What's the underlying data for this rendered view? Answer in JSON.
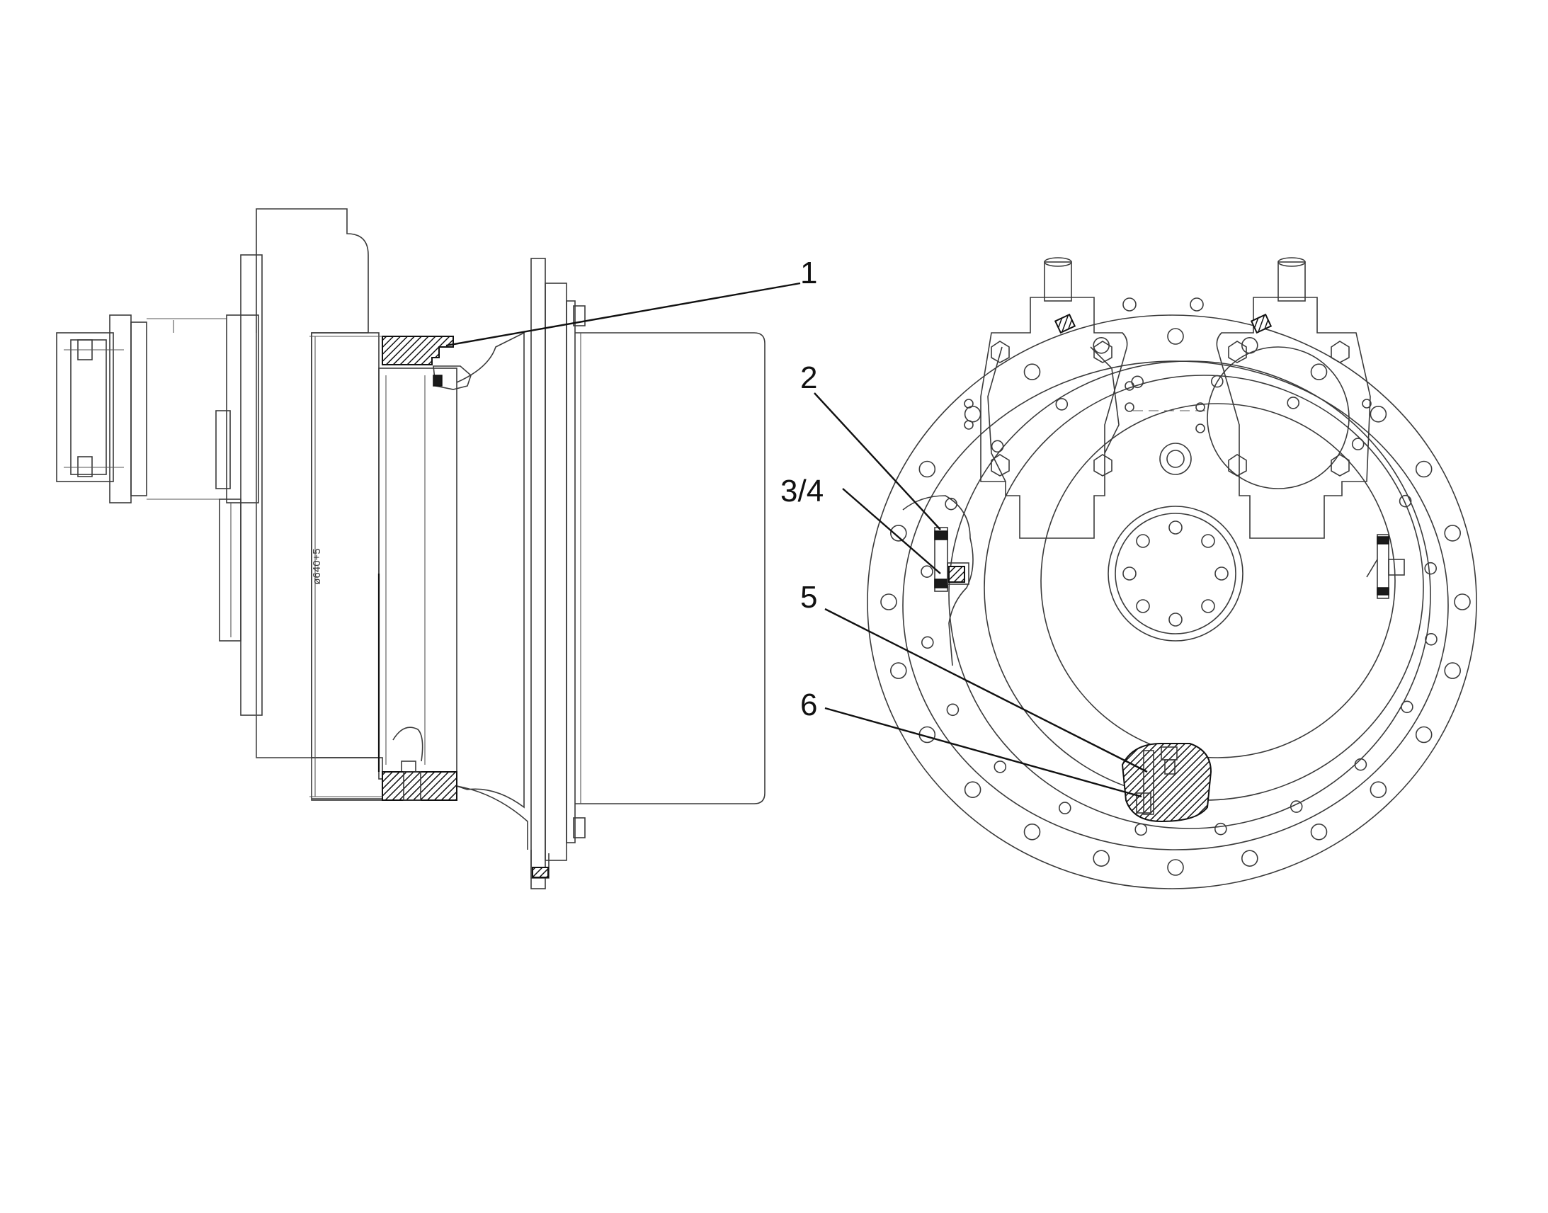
{
  "callouts": [
    {
      "id": "1",
      "label": "1"
    },
    {
      "id": "2",
      "label": "2"
    },
    {
      "id": "3-4",
      "label": "3/4"
    },
    {
      "id": "5",
      "label": "5"
    },
    {
      "id": "6",
      "label": "6"
    }
  ],
  "dimension_label": "ø640+5",
  "colors": {
    "line": "#3a3a3a",
    "ink": "#111111",
    "background": "#ffffff"
  }
}
